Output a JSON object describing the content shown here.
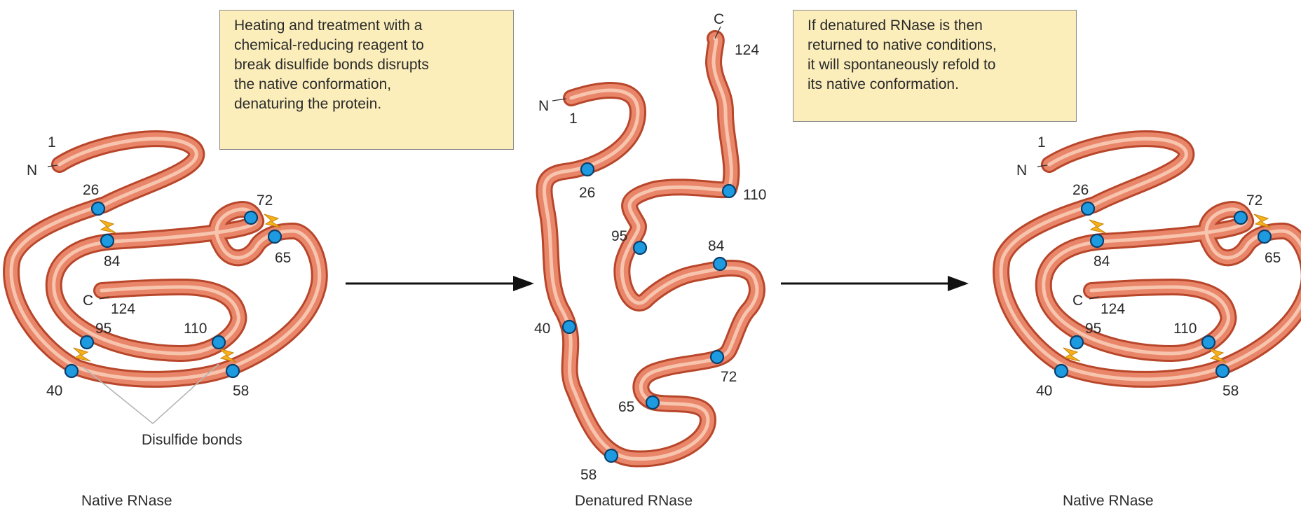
{
  "notes": {
    "denature": [
      "Heating and treatment with a",
      "chemical-reducing reagent to",
      "break disulfide bonds disrupts",
      "the native conformation,",
      "denaturing the protein."
    ],
    "refold": [
      "If denatured RNase is then",
      "returned to native conditions,",
      "it will spontaneously refold to",
      "its native conformation."
    ]
  },
  "panels": {
    "left": {
      "caption": "Native RNase"
    },
    "middle": {
      "caption": "Denatured RNase"
    },
    "right": {
      "caption": "Native RNase"
    }
  },
  "termini": {
    "n": "N",
    "c": "C"
  },
  "native_residues": [
    "1",
    "26",
    "84",
    "72",
    "65",
    "124",
    "95",
    "110",
    "40",
    "58"
  ],
  "denatured_residues": [
    "124",
    "1",
    "26",
    "110",
    "95",
    "84",
    "40",
    "72",
    "65",
    "58"
  ],
  "bond_label": "Disulfide bonds",
  "colors": {
    "tube": "#e9866a",
    "tube_edge": "#b8462a",
    "cysteine": "#1e9be0",
    "disulfide": "#f5b21a",
    "note_bg": "#fbeebb"
  }
}
